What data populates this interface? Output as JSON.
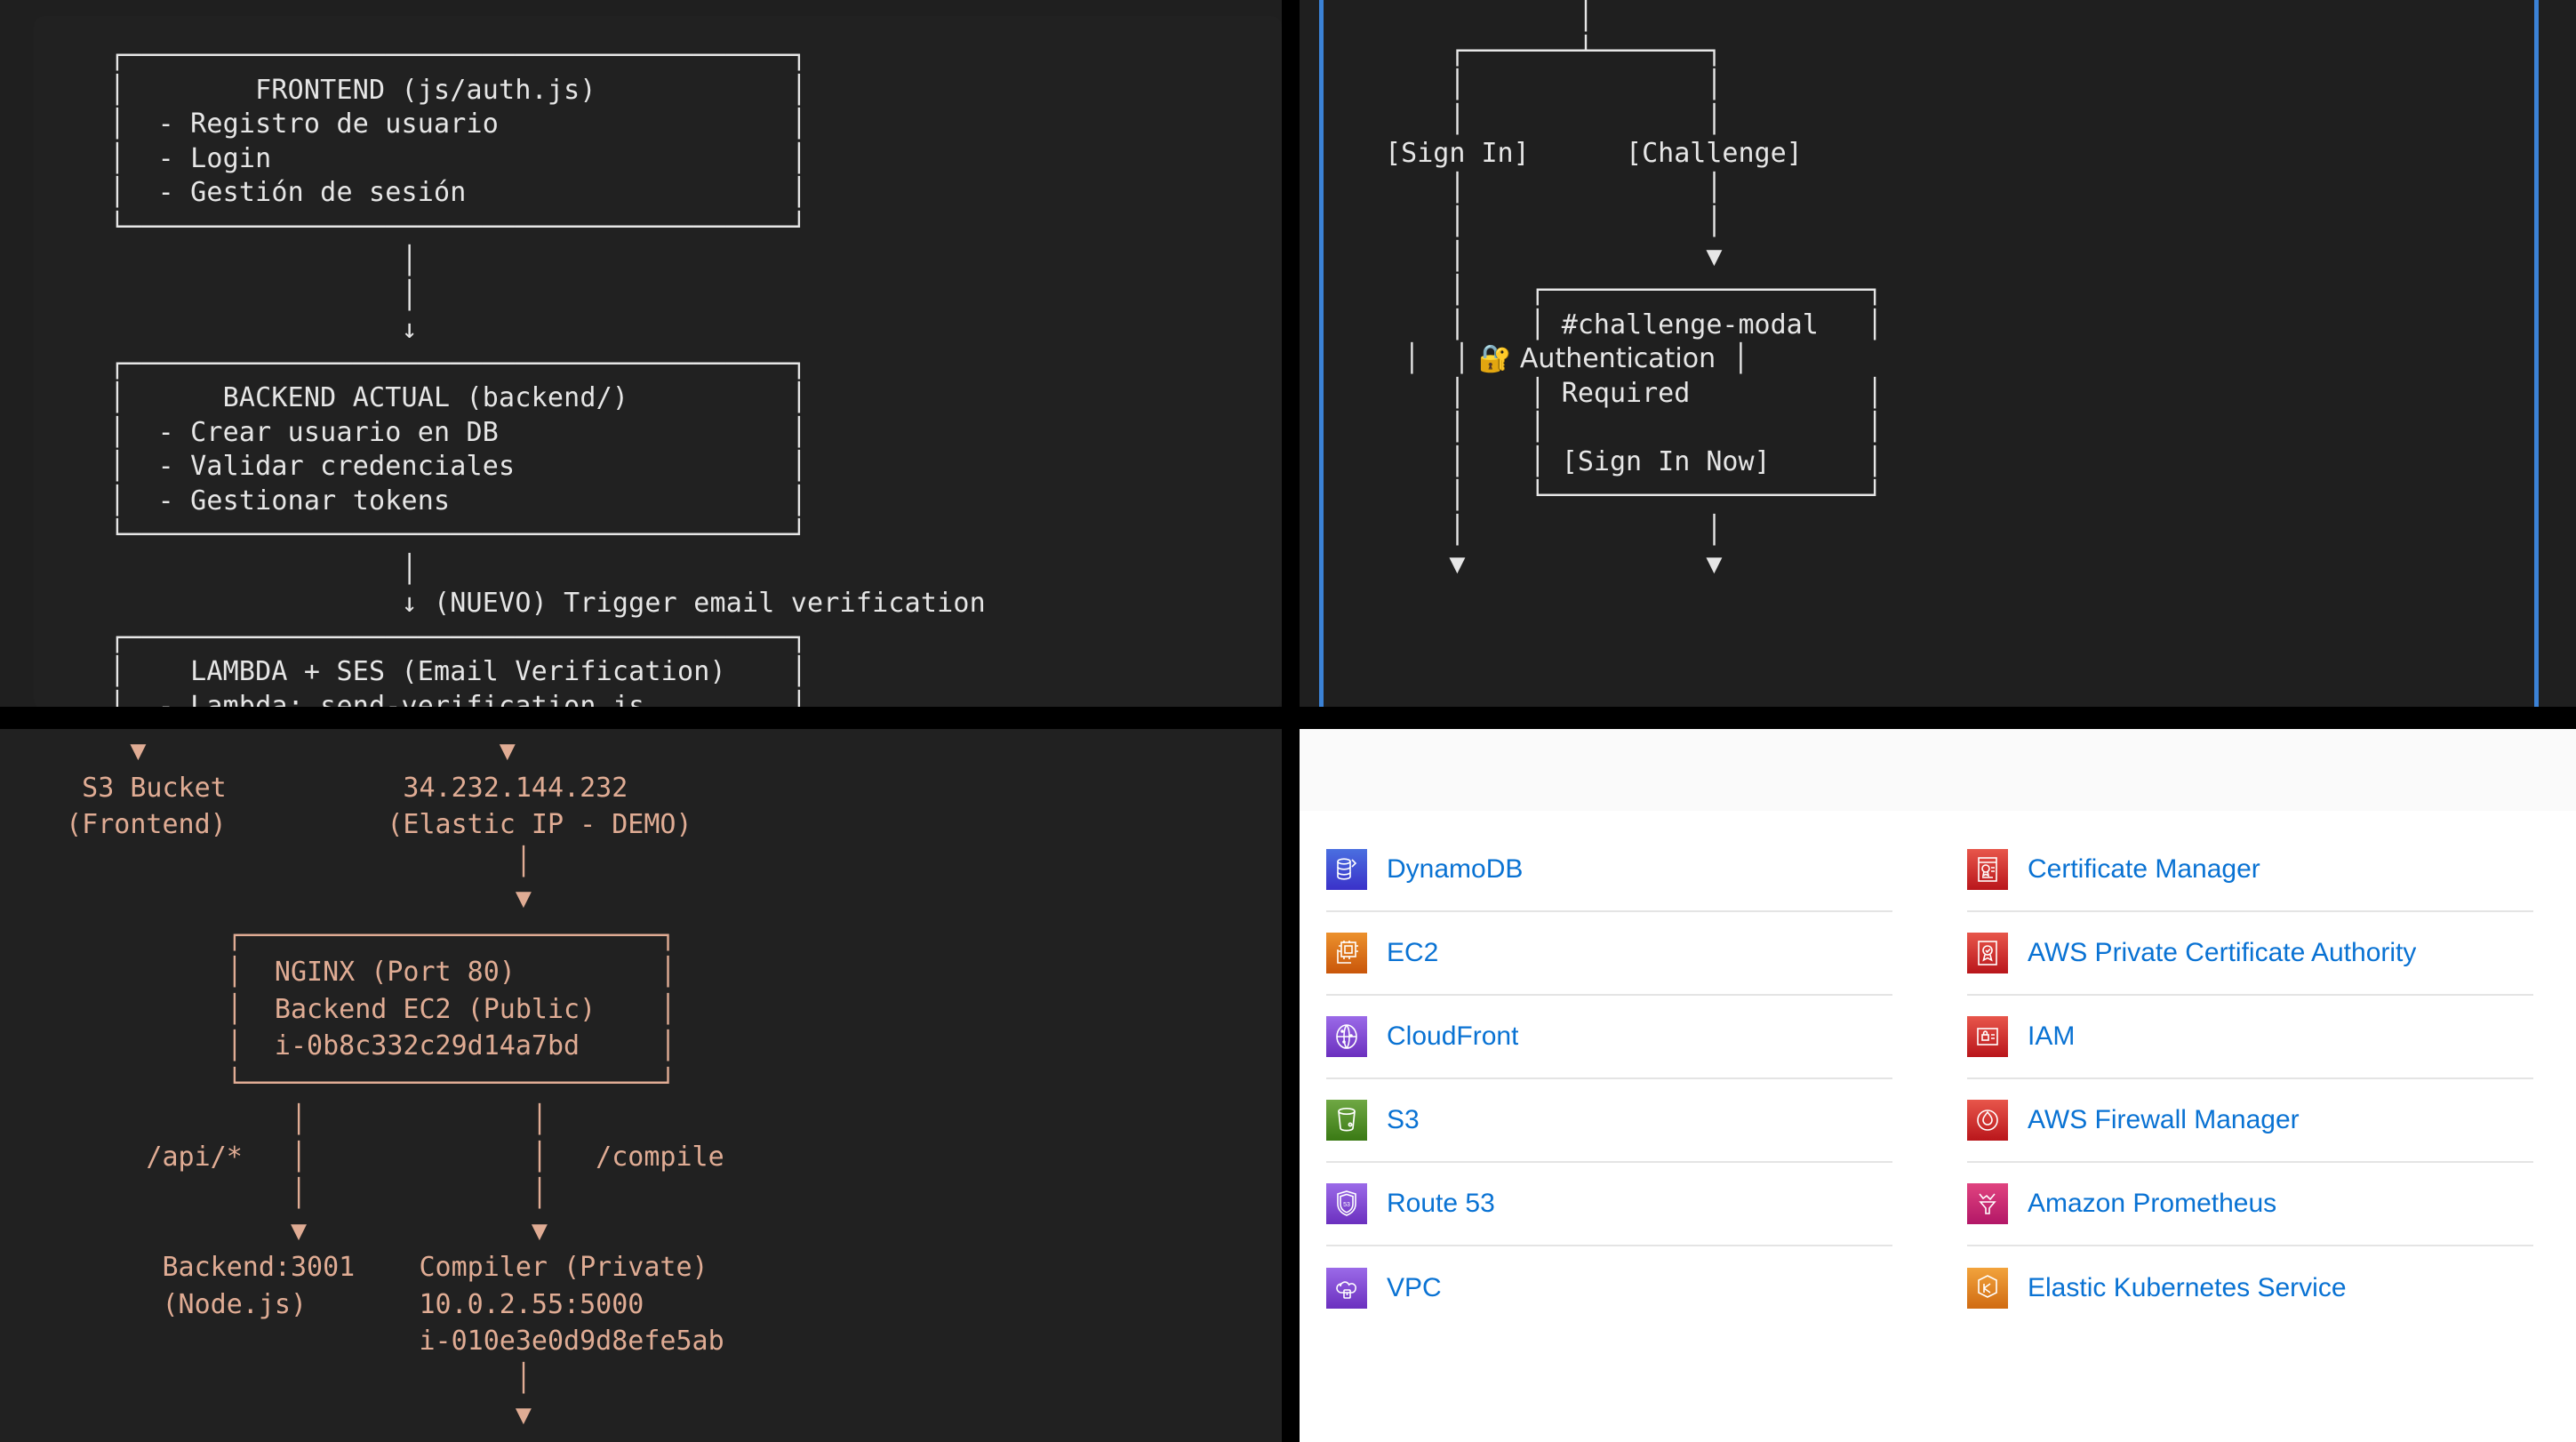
{
  "panels": {
    "auth_architecture": {
      "name": "Auth architecture ASCII diagram",
      "text_color": "#e6e6e6",
      "background": "#212121",
      "content": "   ┌─────────────────────────────────────────┐\n   │        FRONTEND (js/auth.js)            │\n   │  - Registro de usuario                  │\n   │  - Login                                │\n   │  - Gestión de sesión                    │\n   └─────────────────────────────────────────┘\n                     │\n                     │\n                     ↓\n   ┌─────────────────────────────────────────┐\n   │      BACKEND ACTUAL (backend/)          │\n   │  - Crear usuario en DB                  │\n   │  - Validar credenciales                 │\n   │  - Gestionar tokens                     │\n   └─────────────────────────────────────────┘\n                     │\n                     ↓ (NUEVO) Trigger email verification\n   ┌─────────────────────────────────────────┐\n   │    LAMBDA + SES (Email Verification)    │\n   │  - Lambda: send-verification.js         │"
    },
    "challenge_flow": {
      "name": "Sign-in / challenge flow diagram",
      "text_color": "#e6e6e6",
      "background": "#1f1f1f",
      "rail_color": "#3b82d6",
      "lines": [
        "              │",
        "      ┌───────┴───────┐",
        "      │               │",
        "      │               │",
        "  [Sign In]      [Challenge]",
        "      │               │",
        "      │               │",
        "      │               ▼",
        "      │    ┌────────────────────┐",
        "      │    │ #challenge-modal   │",
        "      │    │ 🔐 Authentication  │",
        "      │    │ Required           │",
        "      │    │                    │",
        "      │    │ [Sign In Now]      │",
        "      │    └────────────────────┘",
        "      │               │",
        "      ▼               ▼"
      ],
      "modal": {
        "id_label": "#challenge-modal",
        "icon": "locked-with-key-emoji",
        "title": "Authentication Required",
        "button": "[Sign In Now]"
      },
      "branches": [
        "[Sign In]",
        "[Challenge]"
      ]
    },
    "infra_topology": {
      "name": "AWS infrastructure topology diagram",
      "text_color": "#e0ac94",
      "background": "#212121",
      "content": "      ▼                      ▼\n   S3 Bucket           34.232.144.232\n  (Frontend)          (Elastic IP - DEMO)\n                              │\n                              ▼\n            ┌──────────────────────────┐\n            │  NGINX (Port 80)         │\n            │  Backend EC2 (Public)    │\n            │  i-0b8c332c29d14a7bd     │\n            └──────────────────────────┘\n                │              │\n       /api/*   │              │   /compile\n                │              │\n                ▼              ▼\n        Backend:3001    Compiler (Private)\n        (Node.js)       10.0.2.55:5000\n                        i-010e3e0d9d8efe5ab\n                              │\n                              ▼",
      "nodes": {
        "s3_bucket": "S3 Bucket",
        "s3_bucket_sub": "(Frontend)",
        "elastic_ip": "34.232.144.232",
        "elastic_ip_sub": "(Elastic IP - DEMO)",
        "nginx_line1": "NGINX (Port 80)",
        "nginx_line2": "Backend EC2 (Public)",
        "nginx_instance_id": "i-0b8c332c29d14a7bd",
        "route_api": "/api/*",
        "route_compile": "/compile",
        "backend": "Backend:3001",
        "backend_sub": "(Node.js)",
        "compiler": "Compiler (Private)",
        "compiler_addr": "10.0.2.55:5000",
        "compiler_instance_id": "i-010e3e0d9d8efe5ab"
      }
    },
    "aws_services": {
      "name": "AWS services list",
      "background": "#ffffff",
      "link_color": "#0972d3",
      "columns": [
        {
          "items": [
            {
              "label": "DynamoDB",
              "icon": "dynamodb-icon",
              "color_top": "#4a6fe0",
              "color_bottom": "#3a31c9"
            },
            {
              "label": "EC2",
              "icon": "ec2-icon",
              "color_top": "#ec912d",
              "color_bottom": "#c9560a"
            },
            {
              "label": "CloudFront",
              "icon": "cloudfront-icon",
              "color_top": "#9b6ae8",
              "color_bottom": "#6b30bf"
            },
            {
              "label": "S3",
              "icon": "s3-icon",
              "color_top": "#6fa844",
              "color_bottom": "#3a7a14"
            },
            {
              "label": "Route 53",
              "icon": "route53-icon",
              "color_top": "#9b6ae8",
              "color_bottom": "#6b30bf"
            },
            {
              "label": "VPC",
              "icon": "vpc-icon",
              "color_top": "#9b6ae8",
              "color_bottom": "#6b30bf"
            }
          ]
        },
        {
          "items": [
            {
              "label": "Certificate Manager",
              "icon": "certificate-manager-icon",
              "color_top": "#e8564b",
              "color_bottom": "#b9161b"
            },
            {
              "label": "AWS Private Certificate Authority",
              "icon": "private-certificate-authority-icon",
              "color_top": "#e8564b",
              "color_bottom": "#b9161b"
            },
            {
              "label": "IAM",
              "icon": "iam-icon",
              "color_top": "#e8564b",
              "color_bottom": "#b9161b"
            },
            {
              "label": "AWS Firewall Manager",
              "icon": "firewall-manager-icon",
              "color_top": "#e8564b",
              "color_bottom": "#b9161b"
            },
            {
              "label": "Amazon Prometheus",
              "icon": "prometheus-icon",
              "color_top": "#e0437f",
              "color_bottom": "#b31767"
            },
            {
              "label": "Elastic Kubernetes Service",
              "icon": "eks-icon",
              "color_top": "#f2a33c",
              "color_bottom": "#d06b12"
            }
          ]
        }
      ]
    }
  }
}
